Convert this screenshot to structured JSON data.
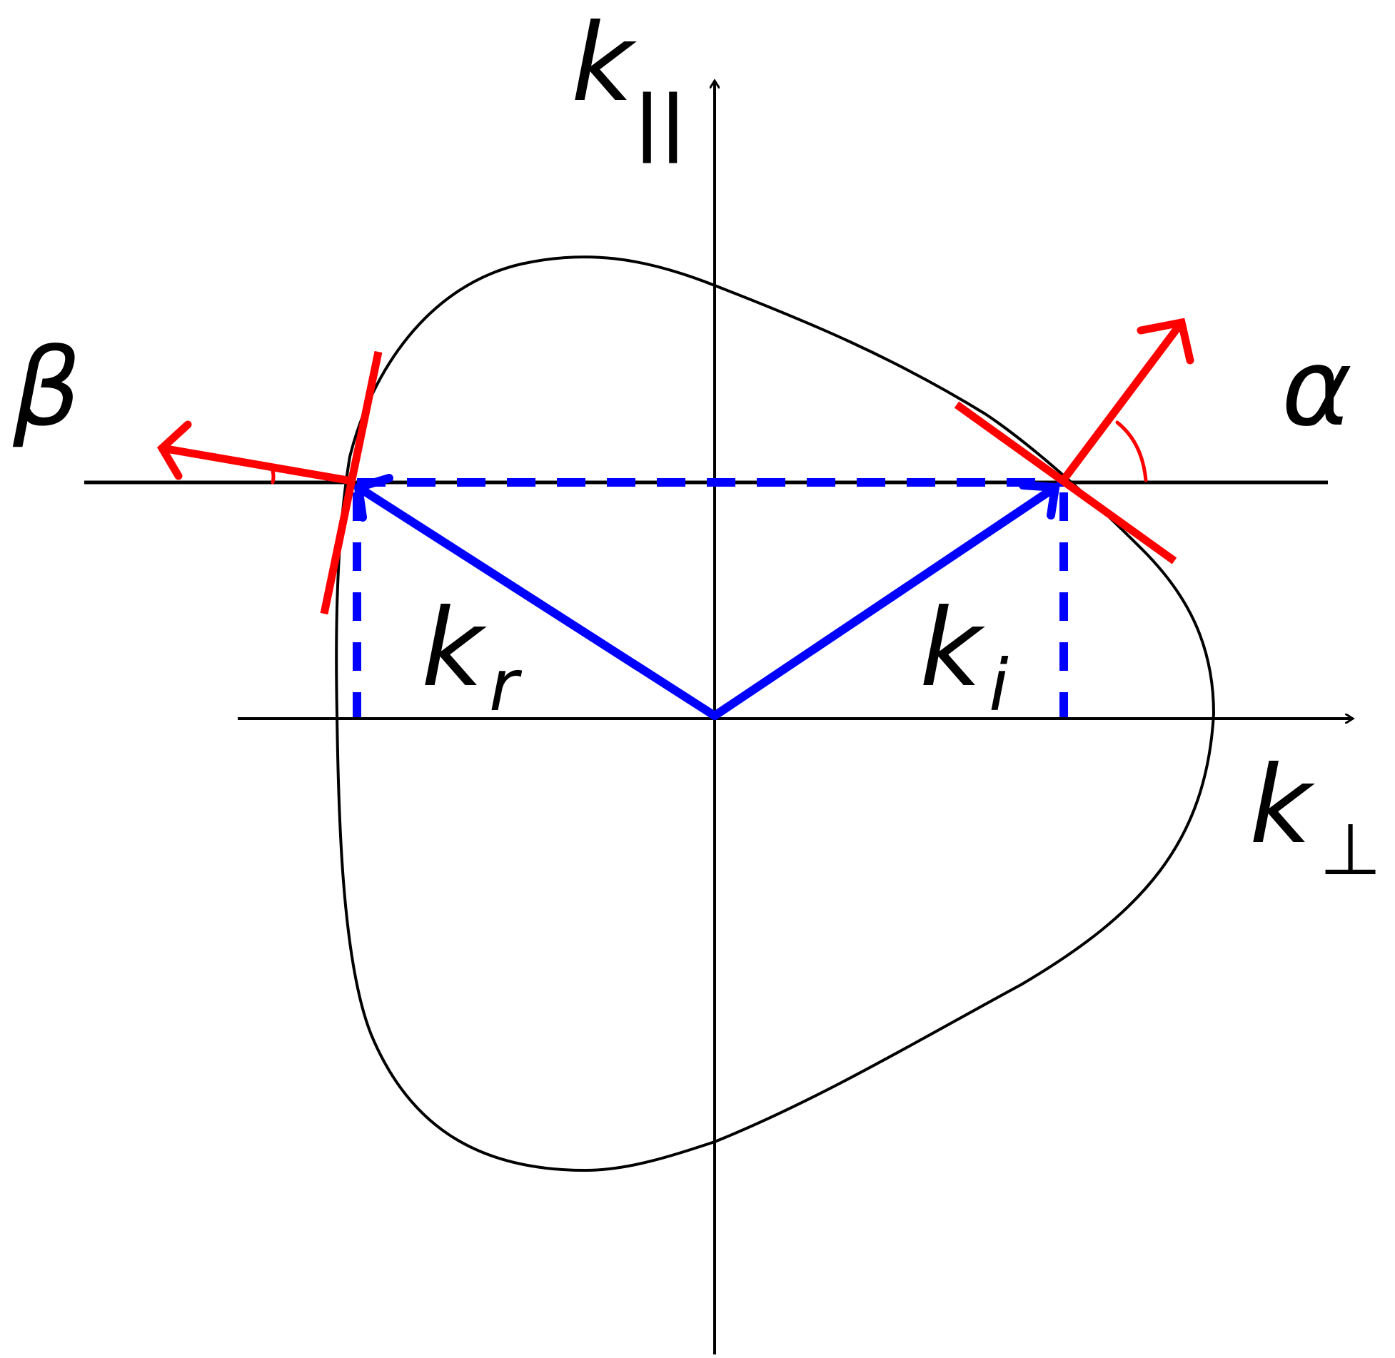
{
  "labels": {
    "k_parallel": {
      "main": "k",
      "sub": "||"
    },
    "k_perp": {
      "main": "k",
      "sub": "⊥"
    },
    "k_r": {
      "main": "k",
      "sub": "r"
    },
    "k_i": {
      "main": "k",
      "sub": "i"
    },
    "beta": "β",
    "alpha": "α"
  },
  "colors": {
    "axis": "#000000",
    "curve": "#000000",
    "wavevector": "#0000ff",
    "group_velocity": "#ff0000"
  }
}
